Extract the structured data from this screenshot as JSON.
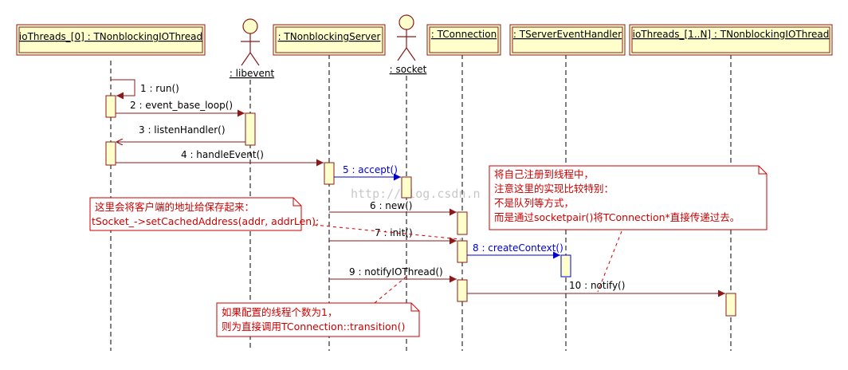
{
  "colors": {
    "participant_fill": "#ffffcc",
    "participant_stroke": "#8b1a1a",
    "lifeline": "#000000",
    "message": "#8b1a1a",
    "message_blue": "#0000cc",
    "note_stroke": "#cc0000",
    "note_text": "#cc0000"
  },
  "participants": [
    {
      "id": "io0",
      "label": "ioThreads_[0] : TNonblockingIOThread",
      "kind": "object"
    },
    {
      "id": "libevent",
      "label": ": libevent",
      "kind": "actor"
    },
    {
      "id": "server",
      "label": ": TNonblockingServer",
      "kind": "object"
    },
    {
      "id": "socket",
      "label": ": socket",
      "kind": "actor"
    },
    {
      "id": "conn",
      "label": ": TConnection",
      "kind": "object"
    },
    {
      "id": "handler",
      "label": ": TServerEventHandler",
      "kind": "object"
    },
    {
      "id": "ioN",
      "label": "ioThreads_[1..N] : TNonblockingIOThread",
      "kind": "object"
    }
  ],
  "messages": [
    {
      "label": "1 : run()",
      "from": "io0",
      "to": "io0",
      "self": true
    },
    {
      "label": "2 : event_base_loop()",
      "from": "io0",
      "to": "libevent"
    },
    {
      "label": "3 : listenHandler()",
      "from": "libevent",
      "to": "io0"
    },
    {
      "label": "4 : handleEvent()",
      "from": "io0",
      "to": "server"
    },
    {
      "label": "5 : accept()",
      "from": "server",
      "to": "socket",
      "highlight": true
    },
    {
      "label": "6 : new()",
      "from": "server",
      "to": "conn"
    },
    {
      "label": "7 : init()",
      "from": "server",
      "to": "conn"
    },
    {
      "label": "8 : createContext()",
      "from": "conn",
      "to": "handler",
      "highlight": true
    },
    {
      "label": "9 : notifyIOThread()",
      "from": "server",
      "to": "conn"
    },
    {
      "label": "10 : notify()",
      "from": "conn",
      "to": "ioN"
    }
  ],
  "notes": [
    {
      "lines": [
        "这里会将客户端的地址给保存起来：",
        "tSocket_->setCachedAddress(addr, addrLen);"
      ]
    },
    {
      "lines": [
        "将自己注册到线程中，",
        "注意这里的实现比较特别：",
        "不是队列等方式，",
        "而是通过socketpair()将TConnection*直接传递过去。"
      ]
    },
    {
      "lines": [
        "如果配置的线程个数为1，",
        "则为直接调用TConnection::transition()"
      ]
    }
  ],
  "watermark": "http://blog.csdn.n"
}
